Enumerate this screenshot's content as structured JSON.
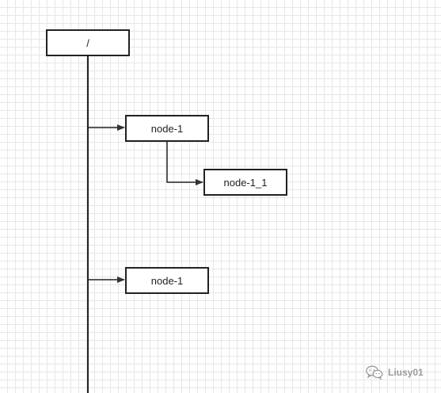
{
  "diagram": {
    "root": {
      "label": "/"
    },
    "children": [
      {
        "label": "node-1",
        "children": [
          {
            "label": "node-1_1"
          }
        ]
      },
      {
        "label": "node-1"
      }
    ]
  },
  "watermark": {
    "text": "Liusy01",
    "icon": "wechat-icon"
  }
}
